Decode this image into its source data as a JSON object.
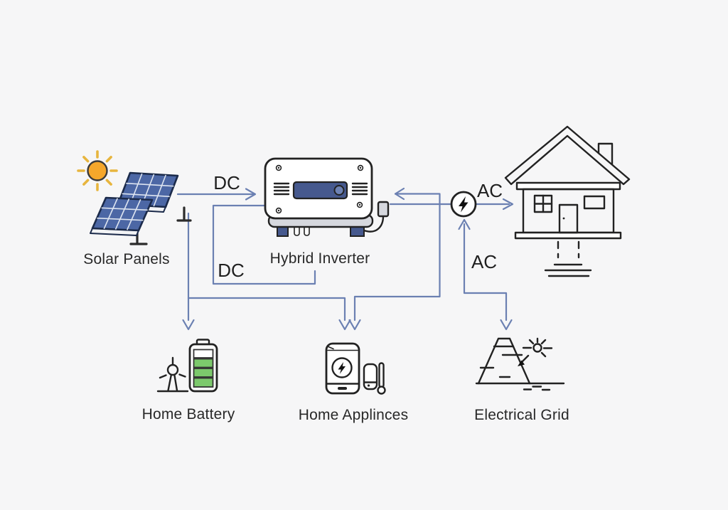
{
  "diagram": {
    "nodes": {
      "solar_panels": {
        "label": "Solar Panels"
      },
      "hybrid_inverter": {
        "label": "Hybrid Inverter"
      },
      "home_battery": {
        "label": "Home Battery"
      },
      "home_appliances": {
        "label": "Home Applinces"
      },
      "electrical_grid": {
        "label": "Electrical Grid"
      }
    },
    "flow_labels": {
      "dc_solar_to_inverter": "DC",
      "dc_inverter_loop": "DC",
      "ac_meter_to_house": "AC",
      "ac_grid_to_meter": "AC"
    },
    "colors": {
      "background": "#f6f6f7",
      "connector": "#6b80b2",
      "outline": "#222222",
      "text": "#282828",
      "panel_blue": "#4c67a5",
      "panel_border": "#1b2a4a",
      "panel_grid": "#dde4f0",
      "sun_orange": "#f5a72b",
      "ray_yellow": "#e7b53e",
      "inverter_display": "#46598e",
      "knob_blue": "#6e83b5",
      "leg_blue": "#46598e",
      "base_gray": "#d6d8de",
      "battery_green": "#7cc96c"
    }
  }
}
